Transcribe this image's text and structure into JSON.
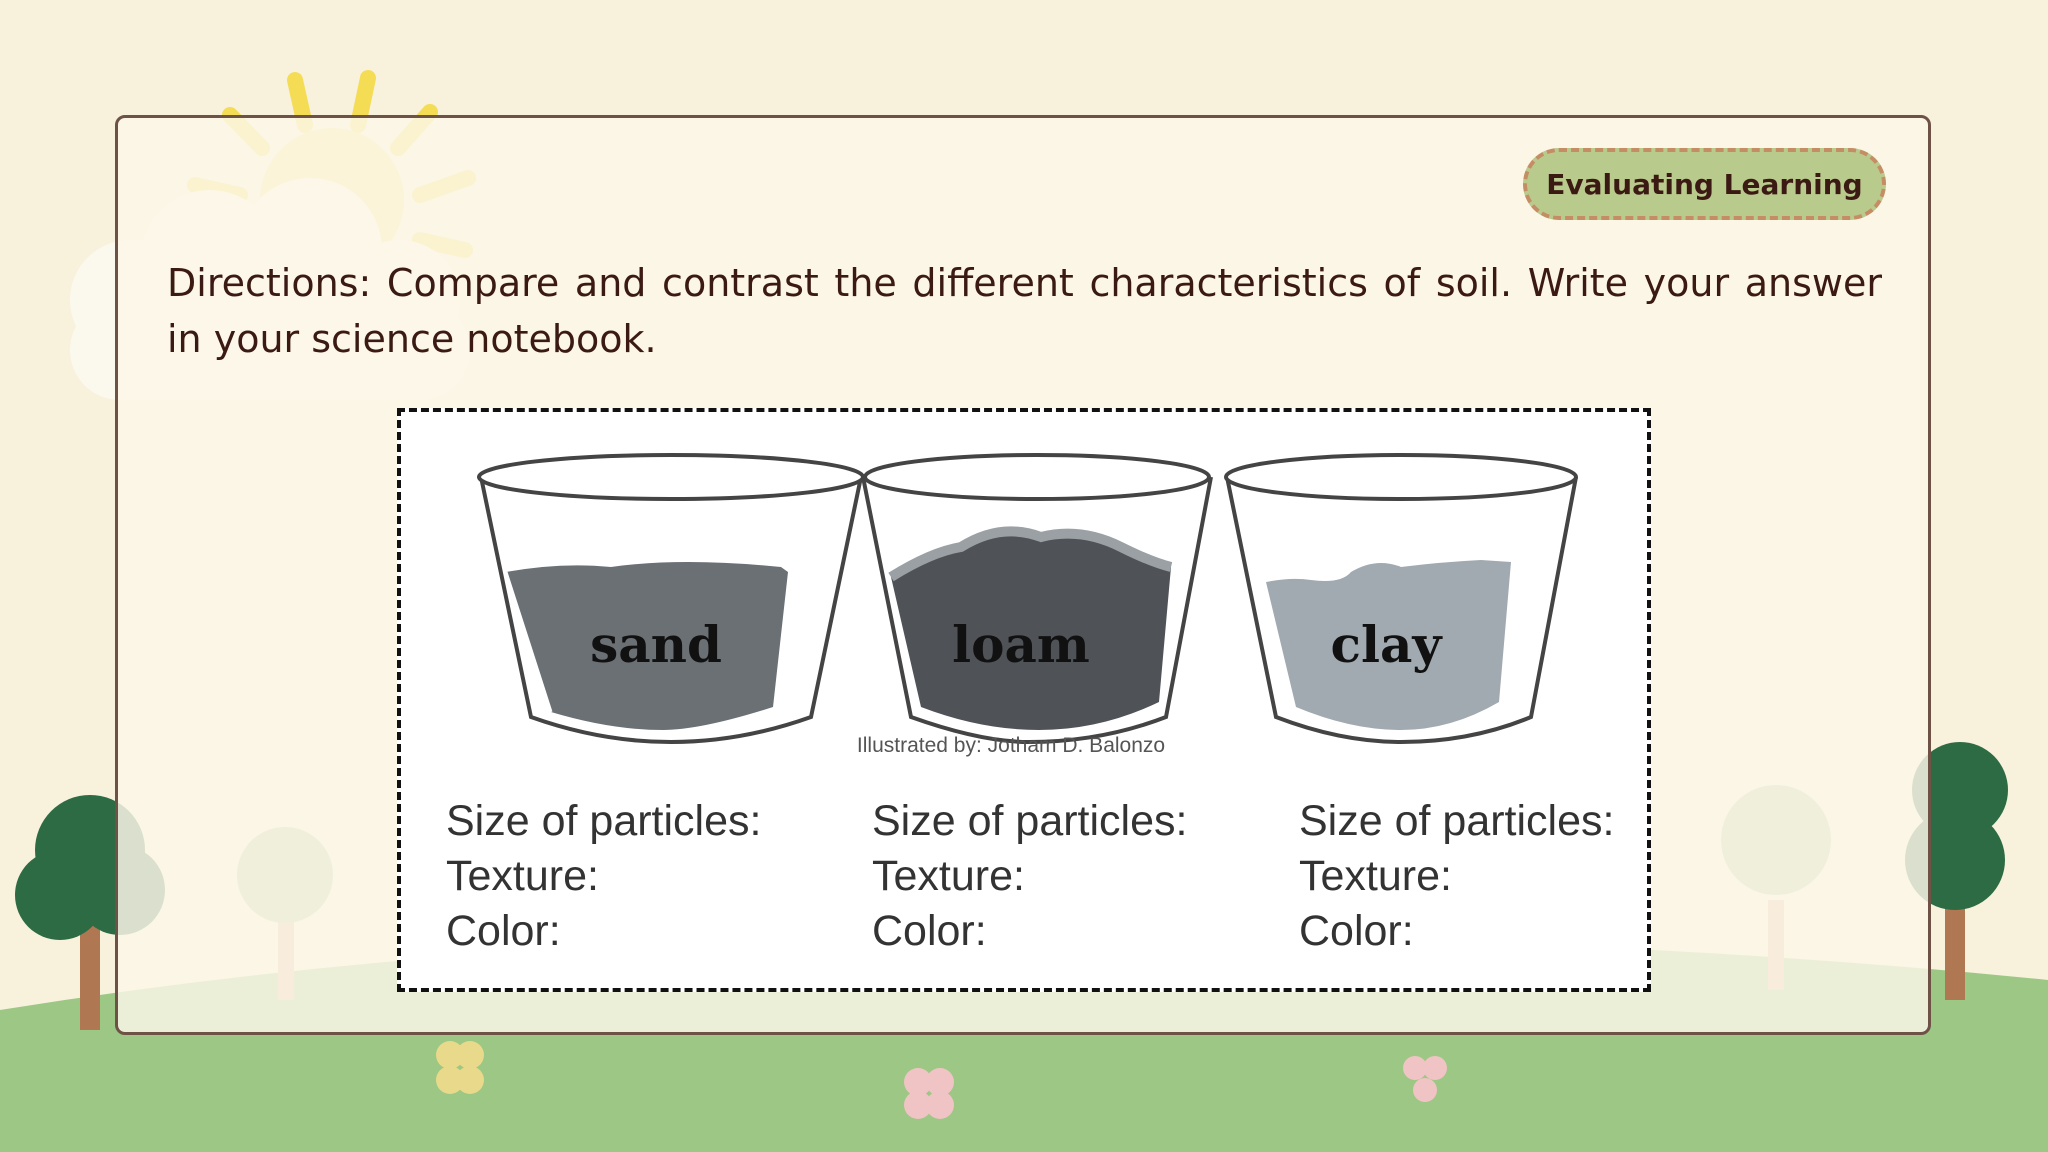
{
  "badge": {
    "label": "Evaluating Learning"
  },
  "directions": "Directions: Compare and contrast the different characteristics of soil. Write your answer in your science notebook.",
  "figure": {
    "pots": [
      {
        "label": "sand"
      },
      {
        "label": "loam"
      },
      {
        "label": "clay"
      }
    ],
    "credit": "Illustrated by: Jotham D. Balonzo",
    "columns": [
      {
        "size": "Size of particles:",
        "texture": "Texture:",
        "color": "Color:"
      },
      {
        "size": "Size of particles:",
        "texture": "Texture:",
        "color": "Color:"
      },
      {
        "size": "Size of particles:",
        "texture": "Texture:",
        "color": "Color:"
      }
    ]
  },
  "colors": {
    "background": "#f8f1dc",
    "card_border": "#6f5246",
    "badge_fill": "#b9ca8d",
    "badge_border": "#c48d63",
    "text": "#3c1a14",
    "grass": "#9dc784"
  }
}
